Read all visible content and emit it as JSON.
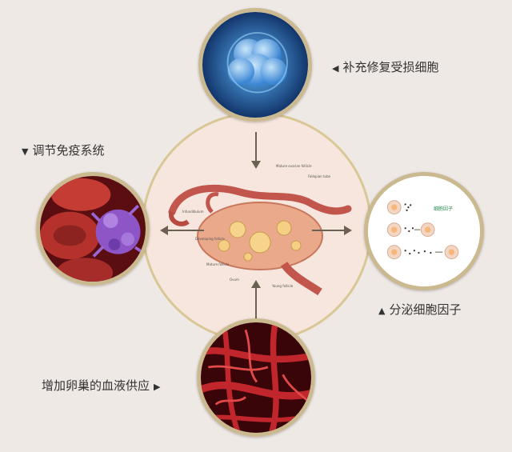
{
  "labels": {
    "top": {
      "text": "补充修复受损细胞",
      "marker": "◀"
    },
    "left": {
      "text": "调节免疫系统",
      "marker": "▼"
    },
    "right": {
      "text": "分泌细胞因子",
      "marker": "▲"
    },
    "bottom": {
      "text": "增加卵巢的血液供应",
      "marker": "▶"
    }
  },
  "center_annotations": [
    "Mature ovarian follicle",
    "Fallopian tube",
    "Infundibulum",
    "Developing follicle",
    "Mature follicle",
    "Ovum",
    "Young follicle"
  ],
  "right_panel_label": "细胞因子",
  "colors": {
    "ring": "#cbb990",
    "center_fill": "#f6e6dd",
    "arrow": "#6b6152"
  }
}
